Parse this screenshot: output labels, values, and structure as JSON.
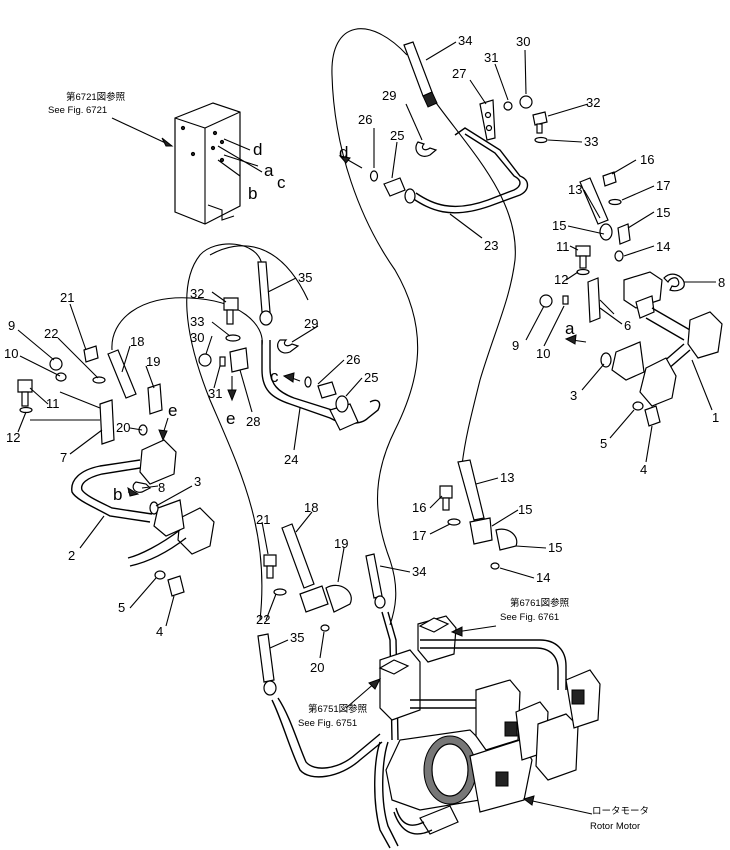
{
  "refs": {
    "fig6721_jp": "第6721図参照",
    "fig6721_en": "See Fig. 6721",
    "fig6761_jp": "第6761図参照",
    "fig6761_en": "See Fig. 6761",
    "fig6751_jp": "第6751図参照",
    "fig6751_en": "See Fig. 6751",
    "rotor_jp": "ロータモータ",
    "rotor_en": "Rotor Motor"
  },
  "letters": {
    "a": "a",
    "b": "b",
    "c": "c",
    "d": "d",
    "e": "e"
  },
  "callouts": {
    "top": [
      "34",
      "31",
      "30",
      "27",
      "29",
      "32",
      "26",
      "25",
      "33",
      "23",
      "16",
      "17",
      "13",
      "15",
      "15",
      "11",
      "14",
      "12",
      "8",
      "6",
      "9",
      "10",
      "3",
      "1",
      "5",
      "4"
    ],
    "left": [
      "21",
      "9",
      "22",
      "18",
      "19",
      "10",
      "11",
      "12",
      "20",
      "7",
      "8",
      "3",
      "2",
      "5",
      "4",
      "35",
      "32",
      "33",
      "29",
      "30",
      "26",
      "31",
      "28",
      "25",
      "24"
    ],
    "bottom": [
      "13",
      "16",
      "15",
      "17",
      "15",
      "14",
      "21",
      "18",
      "19",
      "34",
      "22",
      "35",
      "20"
    ]
  }
}
